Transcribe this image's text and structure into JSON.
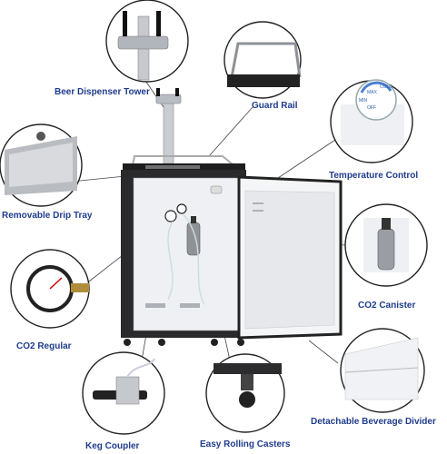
{
  "labels": {
    "dispenser_tower": "Beer Dispenser Tower",
    "guard_rail": "Guard Rail",
    "temperature_control": "Temperature Control",
    "drip_tray": "Removable Drip Tray",
    "co2_canister": "CO2 Canister",
    "co2_regular": "CO2 Regular",
    "beverage_divider": "Detachable Beverage Divider",
    "keg_coupler": "Keg Coupler",
    "rolling_casters": "Easy Rolling Casters"
  },
  "dial_text": {
    "max": "MAX",
    "min": "MIN",
    "off": "OFF",
    "cold": "COLD"
  },
  "colors": {
    "label_text": "#1f3c8c",
    "cabinet": "#2a2a2c",
    "interior": "#eef0f3"
  }
}
